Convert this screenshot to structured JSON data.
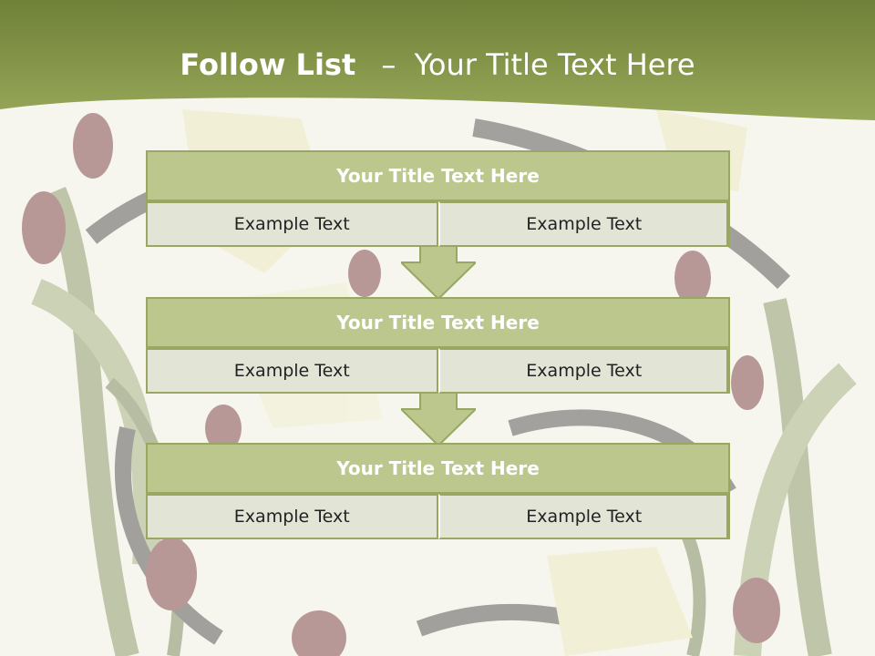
{
  "title": {
    "bold": "Follow List",
    "separator": "–",
    "rest": "Your Title Text Here"
  },
  "blocks": [
    {
      "header": "Your Title Text Here",
      "left": "Example Text",
      "right": "Example Text"
    },
    {
      "header": "Your Title Text Here",
      "left": "Example Text",
      "right": "Example Text"
    },
    {
      "header": "Your Title Text Here",
      "left": "Example Text",
      "right": "Example Text"
    }
  ],
  "colors": {
    "banner": "#7f9240",
    "header": "#bcc78e",
    "border": "#98a761",
    "cell": "#e2e5d6"
  }
}
